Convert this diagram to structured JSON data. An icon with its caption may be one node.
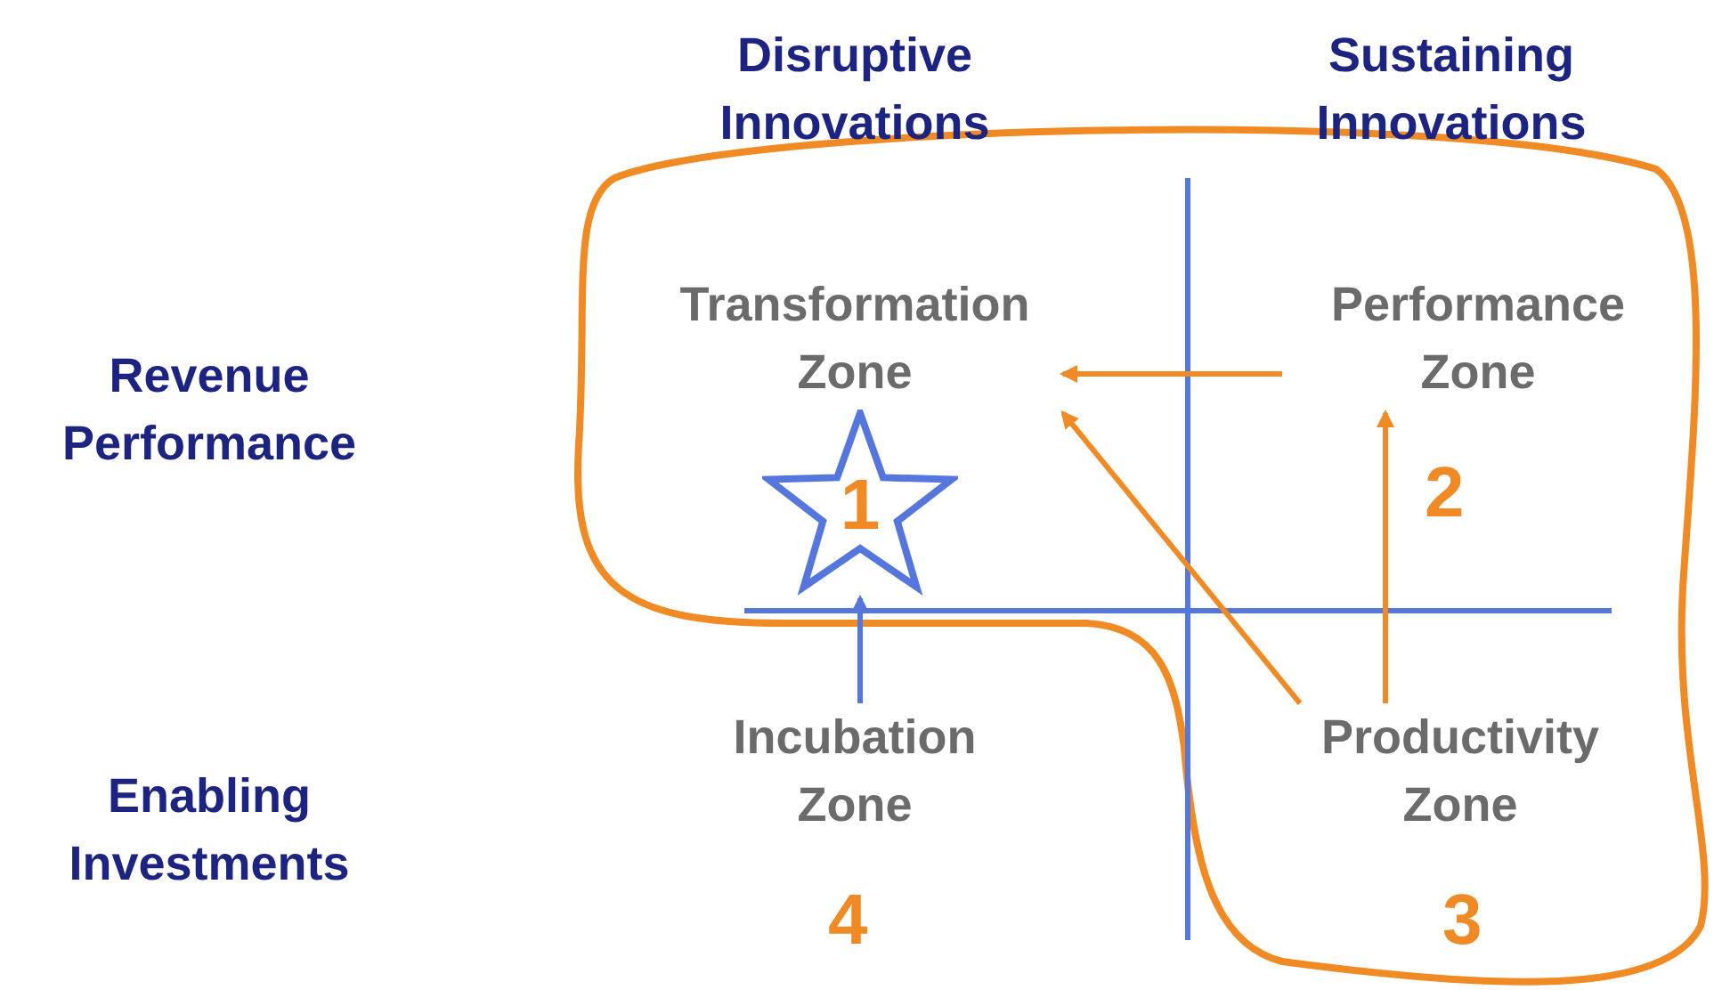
{
  "diagram": {
    "nodes": [
      {
        "text": [
          "Transformation Zone"
        ]
      },
      {
        "text": [
          "Performance Zone"
        ],
        "beside": [
          "2"
        ]
      },
      {
        "text": [
          "Incubation Zone"
        ],
        "beside": [
          "4"
        ]
      },
      {
        "text": [
          "Productivity Zone"
        ],
        "beside": [
          "3"
        ]
      },
      {
        "text": [
          "1"
        ]
      }
    ],
    "edges": [
      {
        "from": 1,
        "to": 0,
        "arrow": "to"
      },
      {
        "from": 3,
        "to": 0,
        "arrow": "to"
      },
      {
        "from": 3,
        "to": 1,
        "arrow": "to"
      },
      {
        "from": 2,
        "to": 4,
        "arrow": "to",
        "color": "#5577dd"
      }
    ],
    "labels": [
      "Disruptive Innovations",
      "Sustaining Innovations",
      "Revenue Performance",
      "Enabling Investments"
    ]
  }
}
